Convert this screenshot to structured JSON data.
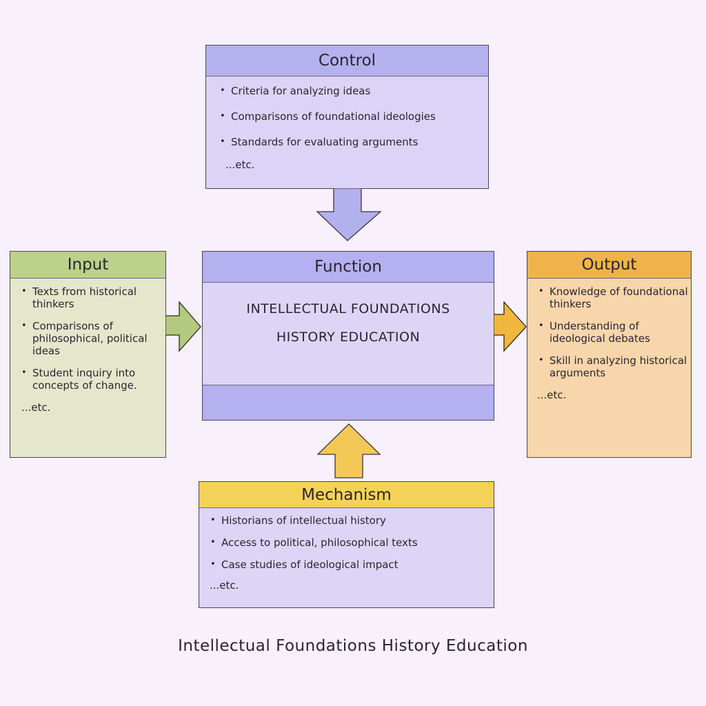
{
  "control": {
    "title": "Control",
    "items": [
      "Criteria for analyzing ideas",
      "Comparisons of foundational ideologies",
      "Standards for evaluating arguments"
    ],
    "etc": "...etc."
  },
  "input": {
    "title": "Input",
    "items": [
      "Texts from historical thinkers",
      "Comparisons of philosophical, political ideas",
      "Student inquiry into concepts of change."
    ],
    "etc": "...etc."
  },
  "function": {
    "title": "Function",
    "line1": "INTELLECTUAL FOUNDATIONS",
    "line2": "HISTORY EDUCATION"
  },
  "output": {
    "title": "Output",
    "items": [
      "Knowledge of foundational thinkers",
      "Understanding of ideological debates",
      "Skill in analyzing historical arguments"
    ],
    "etc": "...etc."
  },
  "mechanism": {
    "title": "Mechanism",
    "items": [
      "Historians of intellectual history",
      "Access to political, philosophical texts",
      "Case studies of ideological impact"
    ],
    "etc": "...etc."
  },
  "caption": "Intellectual Foundations History Education",
  "colors": {
    "control": "#b5b0ee",
    "input": "#bcd18a",
    "output": "#f0b34c",
    "mechanism": "#f4d257",
    "background": "#f8f0fa"
  }
}
